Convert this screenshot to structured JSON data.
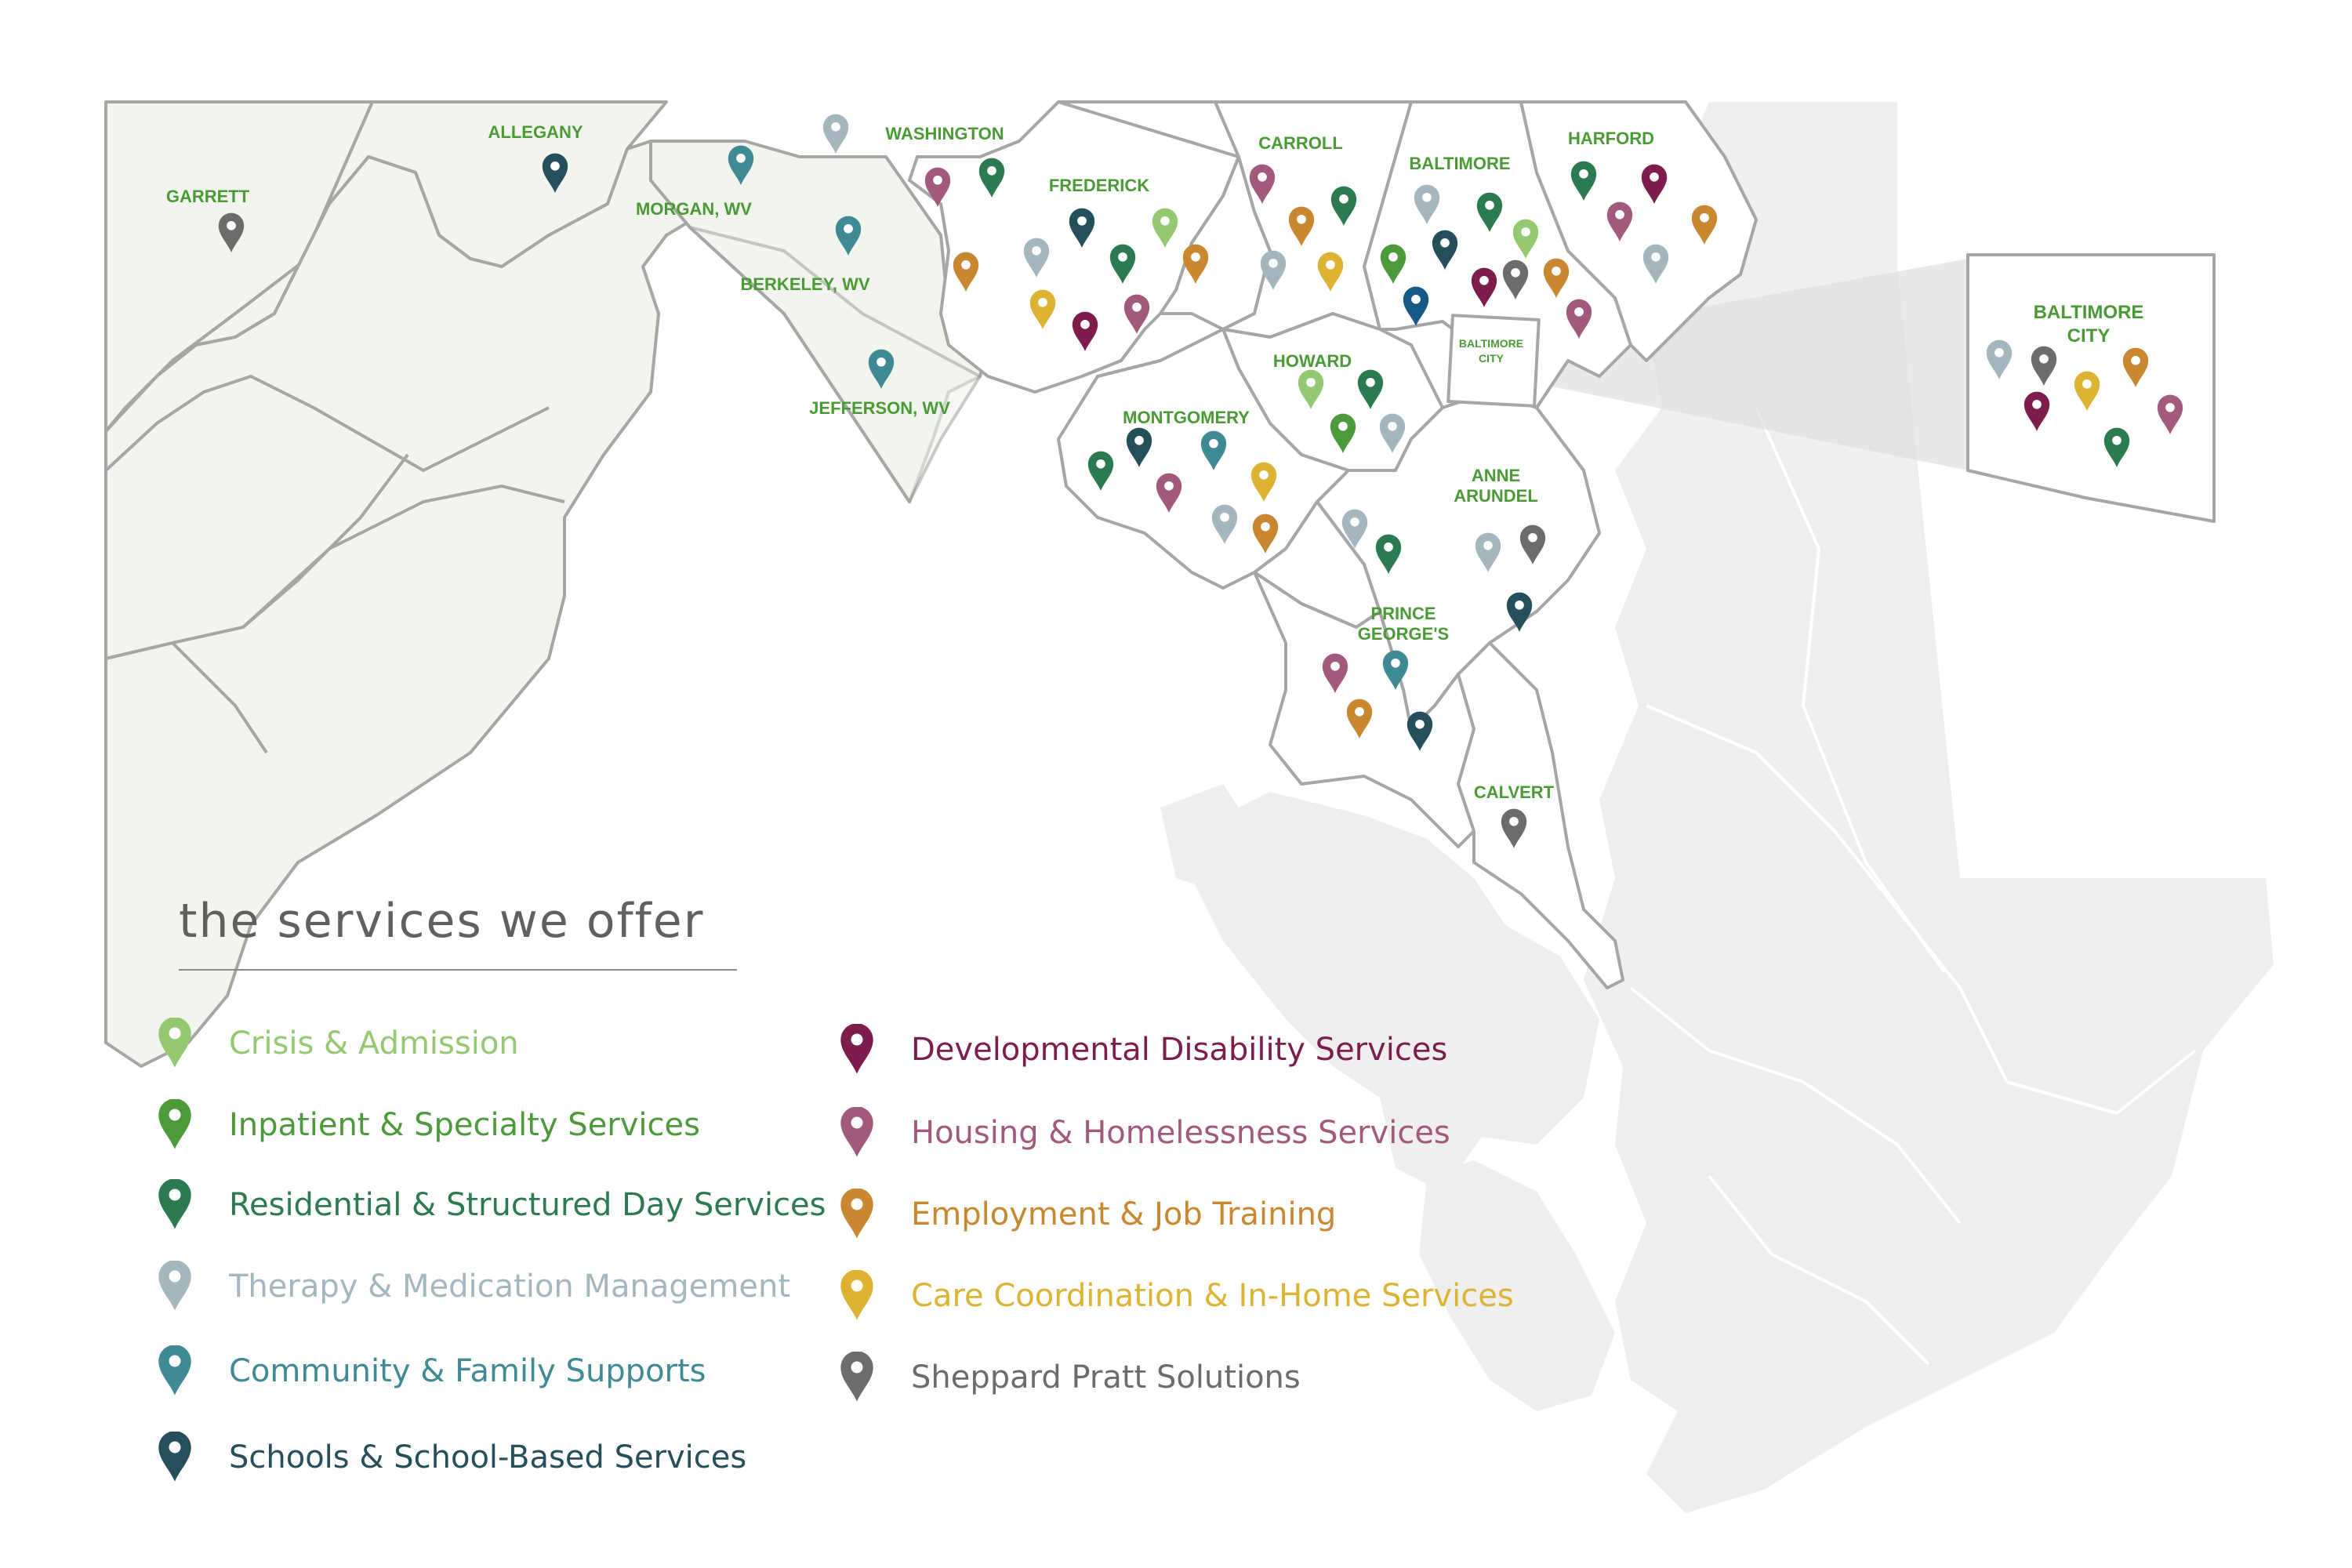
{
  "colors": {
    "crisis": "#94c971",
    "inpatient": "#4c9a3a",
    "residential": "#2b7a50",
    "therapy": "#a4b7bf",
    "community": "#3f8a95",
    "schools": "#244f5b",
    "developmental": "#7d1d4d",
    "housing": "#a25a7c",
    "employment": "#c9872f",
    "care": "#ddb333",
    "sheppard": "#6c6c6c",
    "extra_blue": "#155a86"
  },
  "map": {
    "counties": [
      "GARRETT",
      "ALLEGANY",
      "WASHINGTON",
      "MORGAN, WV",
      "BERKELEY, WV",
      "JEFFERSON, WV",
      "FREDERICK",
      "CARROLL",
      "BALTIMORE",
      "HARFORD",
      "HOWARD",
      "MONTGOMERY",
      "ANNE",
      "ARUNDEL",
      "PRINCE",
      "GEORGE'S",
      "CALVERT",
      "BALTIMORE CITY",
      "BALTIMORE CITY (inset)"
    ],
    "labels": {
      "garrett": "GARRETT",
      "allegany": "ALLEGANY",
      "washington": "WASHINGTON",
      "morgan": "MORGAN, WV",
      "berkeley": "BERKELEY, WV",
      "jefferson": "JEFFERSON, WV",
      "frederick": "FREDERICK",
      "carroll": "CARROLL",
      "baltimore": "BALTIMORE",
      "harford": "HARFORD",
      "howard": "HOWARD",
      "montgomery": "MONTGOMERY",
      "anne_1": "ANNE",
      "anne_2": "ARUNDEL",
      "pg_1": "PRINCE",
      "pg_2": "GEORGE'S",
      "calvert": "CALVERT",
      "bcity_small_1": "BALTIMORE",
      "bcity_small_2": "CITY",
      "bcity_inset_1": "BALTIMORE",
      "bcity_inset_2": "CITY"
    }
  },
  "legend": {
    "title": "the services we offer",
    "items": [
      {
        "key": "crisis",
        "label": "Crisis & Admission"
      },
      {
        "key": "inpatient",
        "label": "Inpatient & Specialty Services"
      },
      {
        "key": "residential",
        "label": "Residential & Structured Day Services"
      },
      {
        "key": "therapy",
        "label": "Therapy & Medication Management"
      },
      {
        "key": "community",
        "label": "Community & Family Supports"
      },
      {
        "key": "schools",
        "label": "Schools & School-Based Services"
      },
      {
        "key": "developmental",
        "label": "Developmental Disability Services"
      },
      {
        "key": "housing",
        "label": "Housing & Homelessness Services"
      },
      {
        "key": "employment",
        "label": "Employment & Job Training"
      },
      {
        "key": "care",
        "label": "Care Coordination & In-Home Services"
      },
      {
        "key": "sheppard",
        "label": "Sheppard Pratt Solutions"
      }
    ]
  },
  "pins_by_county": {
    "garrett": [
      "sheppard"
    ],
    "allegany": [
      "schools"
    ],
    "morgan": [
      "community"
    ],
    "washington": [
      "therapy",
      "housing",
      "residential",
      "employment"
    ],
    "berkeley": [
      "community"
    ],
    "jefferson": [
      "community"
    ],
    "frederick": [
      "schools",
      "crisis",
      "therapy",
      "residential",
      "employment",
      "care",
      "housing",
      "developmental"
    ],
    "carroll": [
      "housing",
      "residential",
      "employment",
      "therapy",
      "care"
    ],
    "baltimore": [
      "therapy",
      "residential",
      "crisis",
      "inpatient",
      "schools",
      "developmental",
      "sheppard",
      "employment",
      "extra_blue",
      "housing"
    ],
    "harford": [
      "residential",
      "developmental",
      "housing",
      "employment",
      "therapy"
    ],
    "howard": [
      "crisis",
      "residential",
      "inpatient",
      "therapy"
    ],
    "montgomery": [
      "schools",
      "community",
      "residential",
      "care",
      "housing",
      "therapy",
      "employment"
    ],
    "anne_arundel": [
      "therapy",
      "sheppard",
      "schools"
    ],
    "prince_georges": [
      "therapy",
      "residential",
      "housing",
      "community",
      "employment",
      "schools"
    ],
    "calvert": [
      "sheppard"
    ],
    "baltimore_city": [
      "therapy",
      "sheppard",
      "employment",
      "developmental",
      "care",
      "housing",
      "residential"
    ]
  }
}
